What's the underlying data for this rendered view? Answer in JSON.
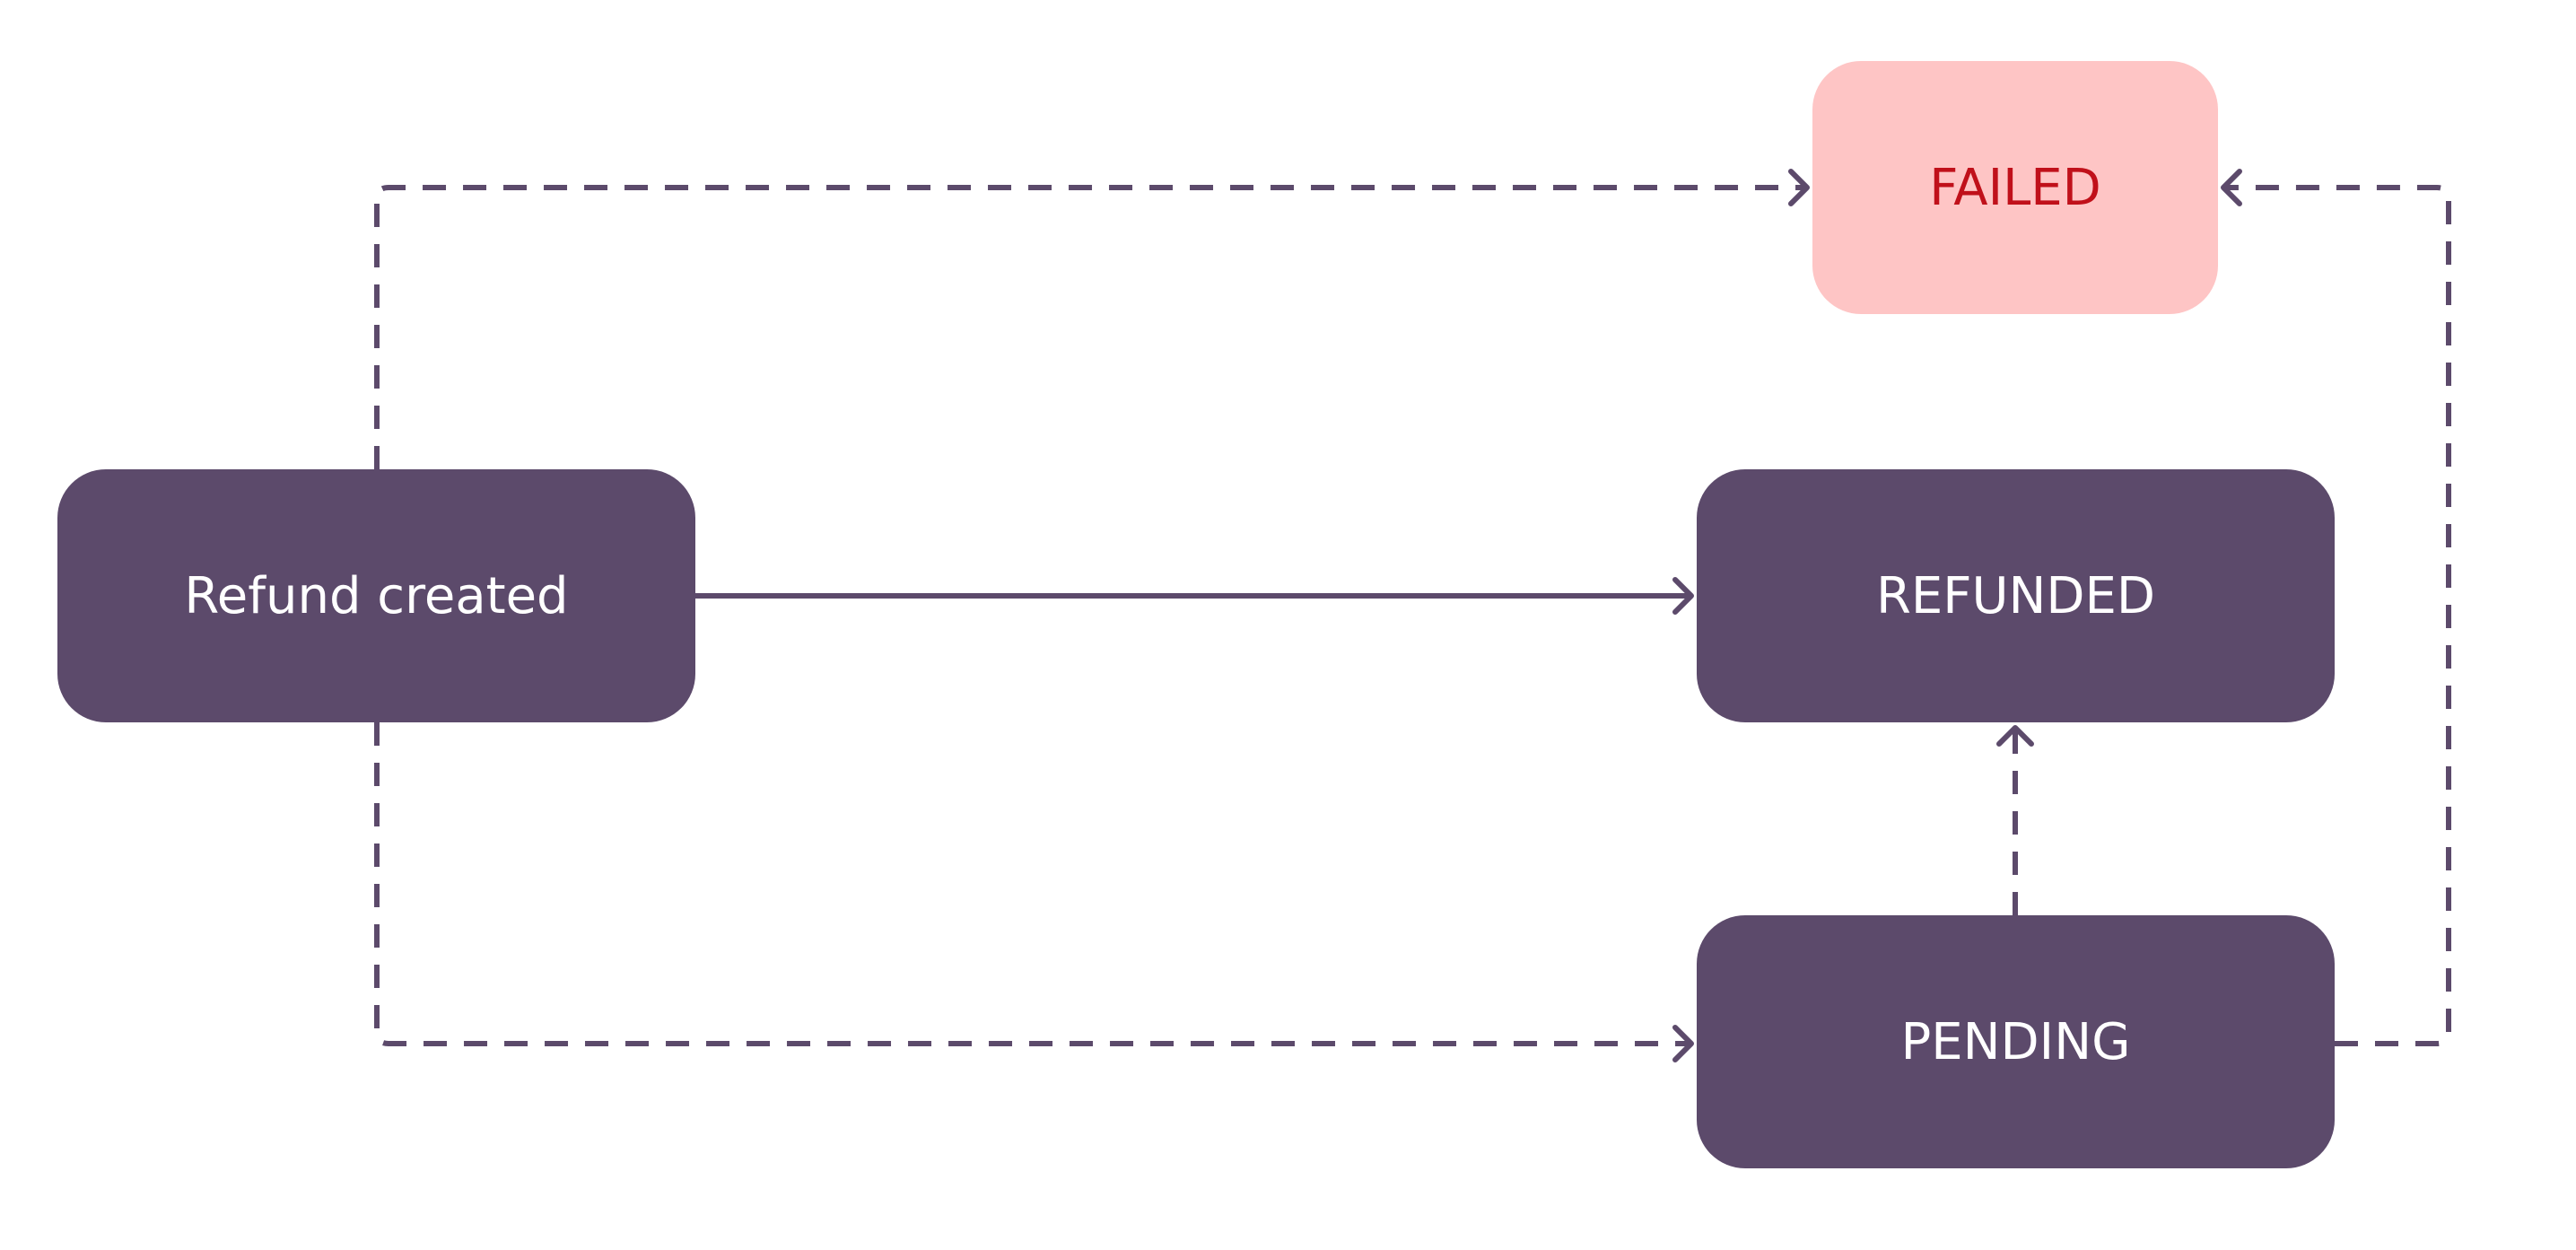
{
  "diagram": {
    "colors": {
      "node_fill": "#5c4a6b",
      "node_text": "#ffffff",
      "failed_fill": "#fec5c5",
      "failed_text": "#c0101a",
      "edge": "#5c4a6b"
    },
    "nodes": {
      "refund_created": {
        "label": "Refund created"
      },
      "failed": {
        "label": "FAILED"
      },
      "refunded": {
        "label": "REFUNDED"
      },
      "pending": {
        "label": "PENDING"
      }
    },
    "edges": [
      {
        "from": "Refund created",
        "to": "REFUNDED",
        "style": "solid"
      },
      {
        "from": "Refund created",
        "to": "FAILED",
        "style": "dashed"
      },
      {
        "from": "Refund created",
        "to": "PENDING",
        "style": "dashed"
      },
      {
        "from": "PENDING",
        "to": "REFUNDED",
        "style": "dashed"
      },
      {
        "from": "PENDING",
        "to": "FAILED",
        "style": "dashed"
      }
    ]
  }
}
